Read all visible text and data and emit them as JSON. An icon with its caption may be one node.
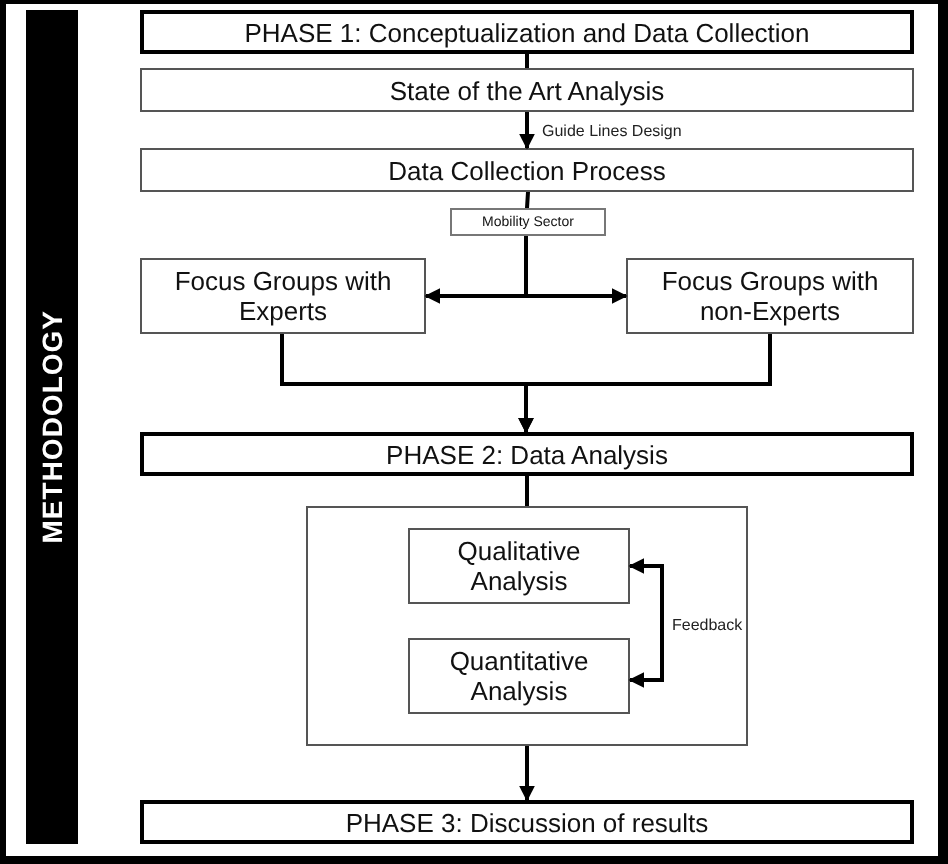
{
  "diagram": {
    "nodes": [
      {
        "text": [
          "METHODOLOGY"
        ]
      },
      {
        "text": [
          "PHASE 1: Conceptualization and Data Collection"
        ]
      },
      {
        "text": [
          "State of the Art Analysis"
        ]
      },
      {
        "text": [
          "Data Collection Process"
        ]
      },
      {
        "text": [
          "Mobility Sector"
        ]
      },
      {
        "text": [
          "Focus Groups with Experts"
        ]
      },
      {
        "text": [
          "Focus Groups with non-Experts"
        ]
      },
      {
        "text": [
          "PHASE 2: Data Analysis"
        ]
      },
      {
        "text": [],
        "shape": "box"
      },
      {
        "text": [
          "Qualitative Analysis"
        ],
        "in": 8
      },
      {
        "text": [
          "Quantitative Analysis"
        ],
        "in": 8
      },
      {
        "text": [
          "PHASE 3: Discussion of results"
        ]
      }
    ],
    "edges": [
      {
        "from": 1,
        "to": 2,
        "arrow": "none"
      },
      {
        "from": 2,
        "to": 3,
        "arrow": "to",
        "label": "Guide Lines Design"
      },
      {
        "from": 3,
        "to": 4,
        "arrow": "none"
      },
      {
        "from": 4,
        "to": 5,
        "arrow": "to"
      },
      {
        "from": 4,
        "to": 6,
        "arrow": "to"
      },
      {
        "from": 5,
        "to": 7,
        "arrow": "to"
      },
      {
        "from": 6,
        "to": 7,
        "arrow": "to"
      },
      {
        "from": 7,
        "to": 8,
        "arrow": "none"
      },
      {
        "from": 9,
        "to": 10,
        "arrow": "both",
        "label": "Feedback"
      },
      {
        "from": 8,
        "to": 11,
        "arrow": "to"
      }
    ]
  }
}
